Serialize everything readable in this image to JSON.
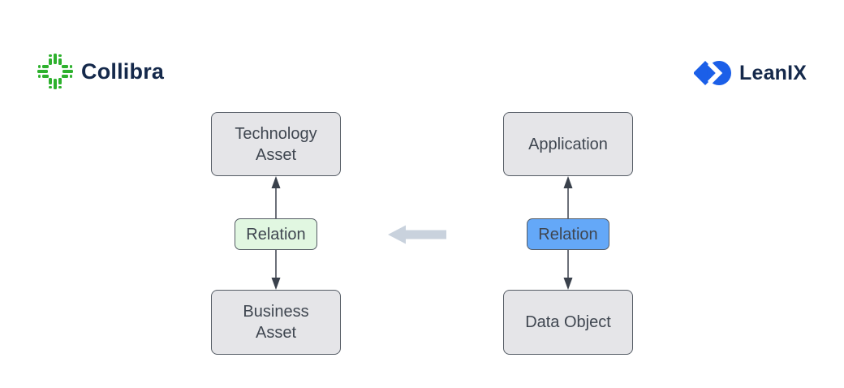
{
  "header": {
    "collibra_logo": {
      "label": "Collibra"
    },
    "leanix_logo": {
      "label": "LeanIX"
    }
  },
  "diagram": {
    "collibra_column": {
      "top_node": {
        "label": "Technology\nAsset"
      },
      "relation_node": {
        "label": "Relation"
      },
      "bottom_node": {
        "label": "Business\nAsset"
      }
    },
    "leanix_column": {
      "top_node": {
        "label": "Application"
      },
      "relation_node": {
        "label": "Relation"
      },
      "bottom_node": {
        "label": "Data Object"
      }
    },
    "mapping_arrow": {
      "direction": "left"
    }
  },
  "colors": {
    "node_fill": "#e5e5e8",
    "node_border": "#545b64",
    "node_text": "#3f4650",
    "relation_green_fill": "#e1f7e1",
    "relation_blue_fill": "#64a8f8",
    "connector": "#3a414c",
    "mapping_arrow": "#c9d2dd",
    "collibra_green": "#2eb12e",
    "leanix_blue": "#1b5fe8",
    "logo_text": "#15294b"
  }
}
